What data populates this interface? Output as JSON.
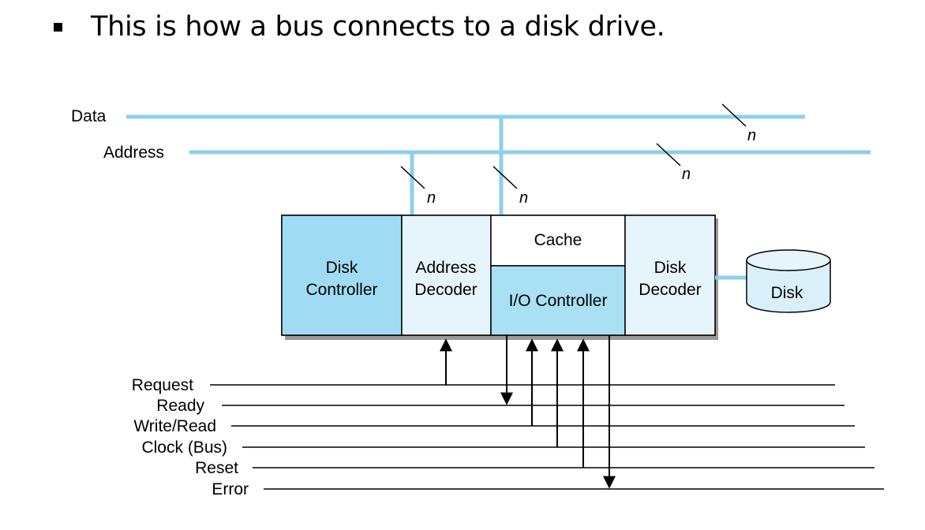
{
  "slide": {
    "bullet_text": "This is how a bus connects to a disk drive."
  },
  "diagram": {
    "bus": {
      "data_label": "Data",
      "address_label": "Address",
      "width_label": "n"
    },
    "blocks": {
      "disk_controller": [
        "Disk",
        "Controller"
      ],
      "address_decoder": [
        "Address",
        "Decoder"
      ],
      "cache": "Cache",
      "io_controller": "I/O Controller",
      "disk_decoder": [
        "Disk",
        "Decoder"
      ],
      "disk": "Disk"
    },
    "control_lines": [
      "Request",
      "Ready",
      "Write/Read",
      "Clock (Bus)",
      "Reset",
      "Error"
    ]
  },
  "colors": {
    "bus_blue": "#8ed0ea",
    "controller_fill": "#9fdcf3",
    "light_fill": "#e6f5fb",
    "io_fill": "#a9e0f4",
    "cache_fill": "#ffffff",
    "disk_fill": "#d9f0fa",
    "line": "#000000"
  }
}
